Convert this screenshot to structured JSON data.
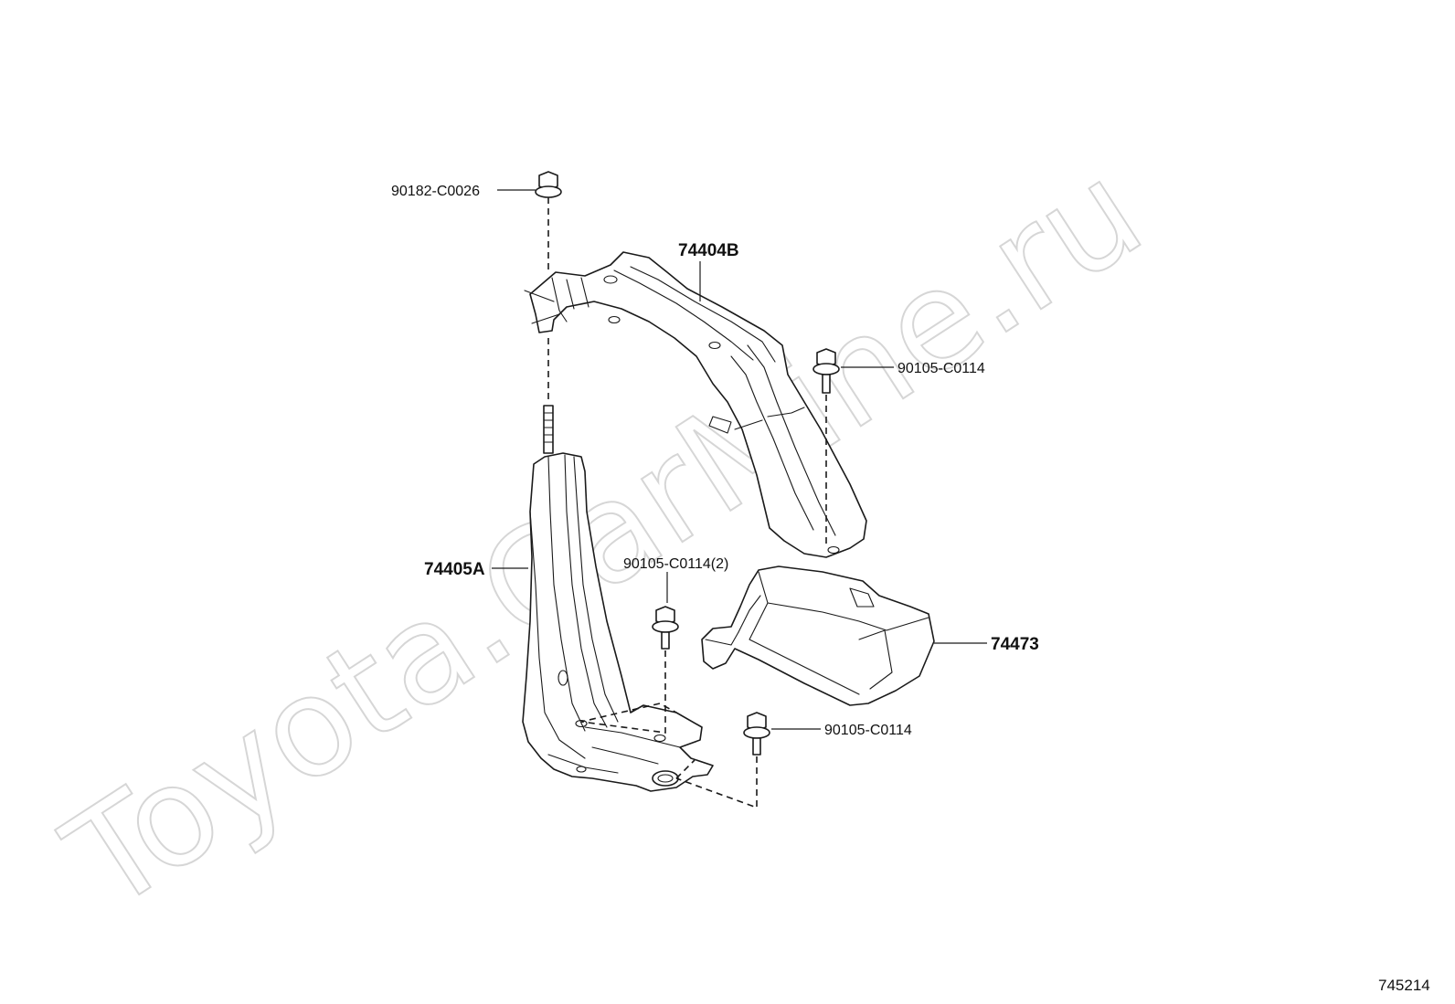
{
  "watermark": "Toyota.CarMine.ru",
  "figure_number": "745214",
  "labels": {
    "nut_top": "90182-C0026",
    "bracket_upper": "74404B",
    "bolt_right_upper": "90105-C0114",
    "bracket_lower": "74405A",
    "bolt_center": "90105-C0114(2)",
    "cover": "74473",
    "bolt_bottom": "90105-C0114"
  },
  "colors": {
    "line": "#1a1a1a",
    "background": "#ffffff",
    "watermark": "#d6d6d6"
  }
}
